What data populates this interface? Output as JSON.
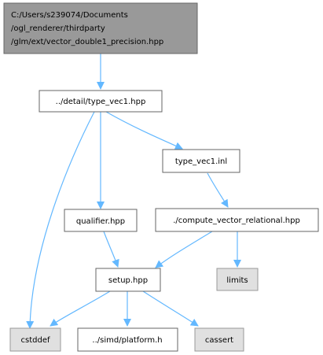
{
  "colors": {
    "root_fill": "#999999",
    "root_border": "#666666",
    "file_fill": "#ffffff",
    "file_border": "#666666",
    "system_fill": "#e0e0e0",
    "system_border": "#999999",
    "edge": "#63b8ff"
  },
  "nodes": {
    "root": {
      "line1": "C:/Users/s239074/Documents",
      "line2": "/ogl_renderer/thirdparty",
      "line3": "/glm/ext/vector_double1_precision.hpp"
    },
    "type_vec1_hpp": "../detail/type_vec1.hpp",
    "type_vec1_inl": "type_vec1.inl",
    "qualifier_hpp": "qualifier.hpp",
    "compute_vector_relational_hpp": "./compute_vector_relational.hpp",
    "setup_hpp": "setup.hpp",
    "limits": "limits",
    "cstddef": "cstddef",
    "platform_h": "../simd/platform.h",
    "cassert": "cassert"
  }
}
